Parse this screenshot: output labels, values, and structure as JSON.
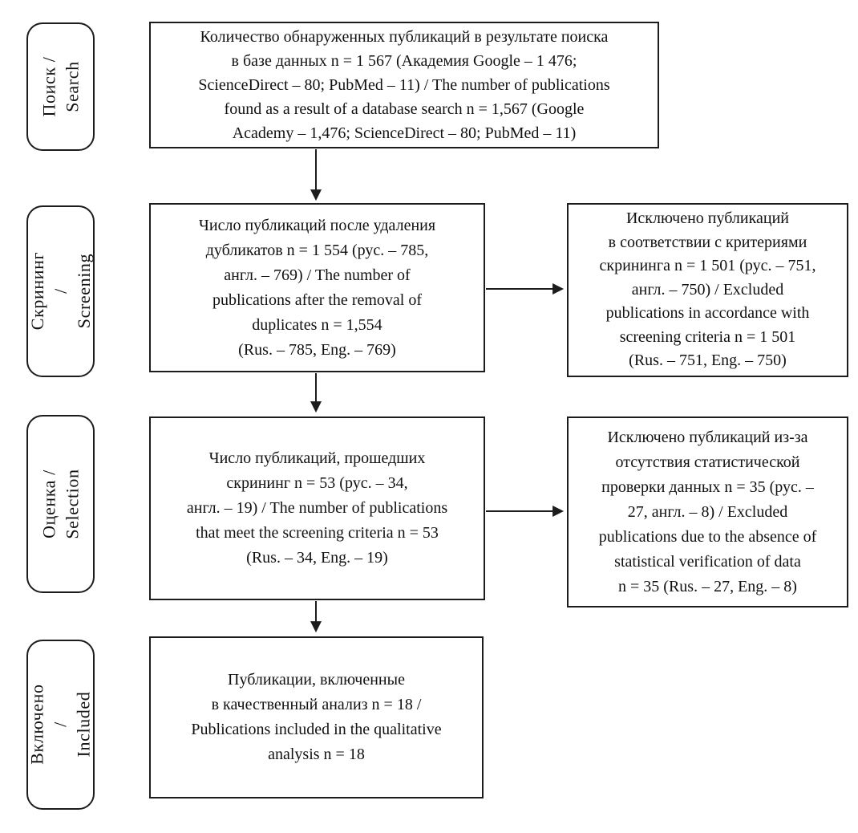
{
  "colors": {
    "background": "#ffffff",
    "line": "#1c1c1c",
    "text": "#111111"
  },
  "diagram_type": "prisma-flowchart",
  "rows": [
    {
      "stage": "Поиск /\nSearch",
      "main": "Количество обнаруженных публикаций в результате поиска\nв базе данных n = 1 567 (Академия Google – 1 476;\nScienceDirect – 80; PubMed – 11) / The number of publications\nfound as a result of a database search n = 1,567 (Google\nAcademy – 1,476; ScienceDirect – 80; PubMed – 11)"
    },
    {
      "stage": "Скрининг /\nScreening",
      "main": "Число публикаций после удаления\nдубликатов n = 1 554 (рус. – 785,\nангл. – 769) / The number of\npublications after the removal of\nduplicates n = 1,554\n(Rus. – 785, Eng. – 769)",
      "excluded": "Исключено публикаций\nв соответствии с критериями\nскрининга n = 1 501 (рус. – 751,\nангл. – 750) / Excluded\npublications in accordance with\nscreening criteria n = 1 501\n(Rus. – 751, Eng. – 750)"
    },
    {
      "stage": "Оценка /\nSelection",
      "main": "Число публикаций, прошедших\nскрининг n = 53 (рус. – 34,\nангл. – 19) / The number of publications\nthat meet the screening criteria n = 53\n(Rus. – 34, Eng. – 19)",
      "excluded": "Исключено публикаций из-за\nотсутствия статистической\nпроверки данных n = 35 (рус. –\n27, англ. – 8) / Excluded\npublications due to the absence of\nstatistical verification of data\nn = 35 (Rus. – 27, Eng. – 8)"
    },
    {
      "stage": "Включено /\nIncluded",
      "main": "Публикации, включенные\nв качественный анализ n = 18 /\nPublications included in the qualitative\nanalysis n = 18"
    }
  ]
}
